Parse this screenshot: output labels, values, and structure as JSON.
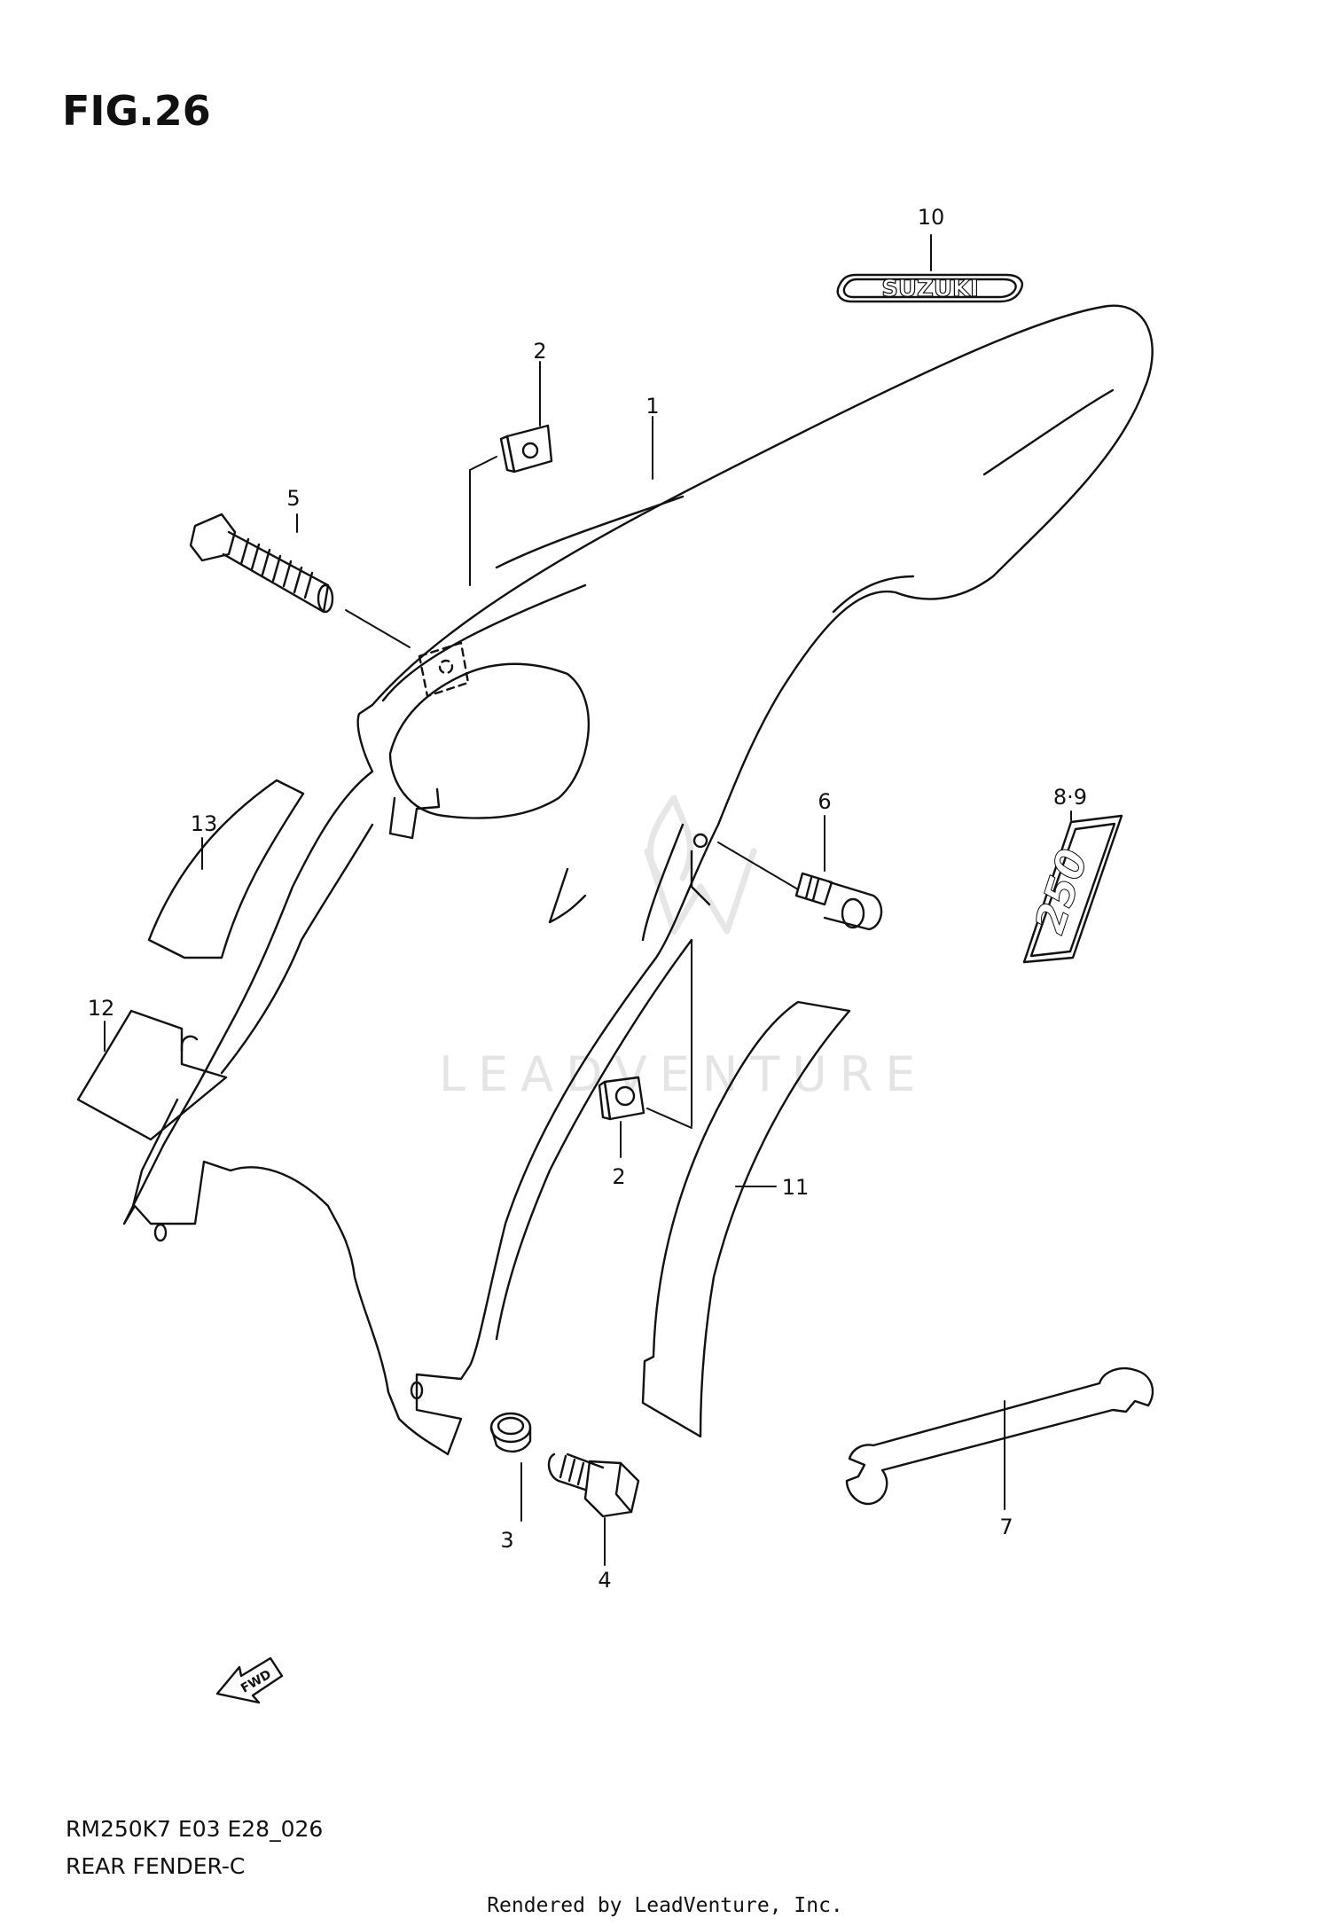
{
  "figure": {
    "title": "FIG.26",
    "model_code": "RM250K7 E03 E28_026",
    "group_name": "REAR FENDER-C"
  },
  "callouts": [
    {
      "id": "1",
      "text": "1"
    },
    {
      "id": "2a",
      "text": "2"
    },
    {
      "id": "2b",
      "text": "2"
    },
    {
      "id": "3",
      "text": "3"
    },
    {
      "id": "4",
      "text": "4"
    },
    {
      "id": "5",
      "text": "5"
    },
    {
      "id": "6",
      "text": "6"
    },
    {
      "id": "7",
      "text": "7"
    },
    {
      "id": "8-9",
      "text": "8·9"
    },
    {
      "id": "10",
      "text": "10"
    },
    {
      "id": "11",
      "text": "11"
    },
    {
      "id": "12",
      "text": "12"
    },
    {
      "id": "13",
      "text": "13"
    }
  ],
  "decals": {
    "emblem_text": "SUZUKI",
    "number_decal_text": "250",
    "direction_arrow_text": "FWD"
  },
  "watermark": {
    "text": "LEADVENTURE"
  },
  "footer": {
    "rendered_by": "Rendered by LeadVenture, Inc."
  }
}
